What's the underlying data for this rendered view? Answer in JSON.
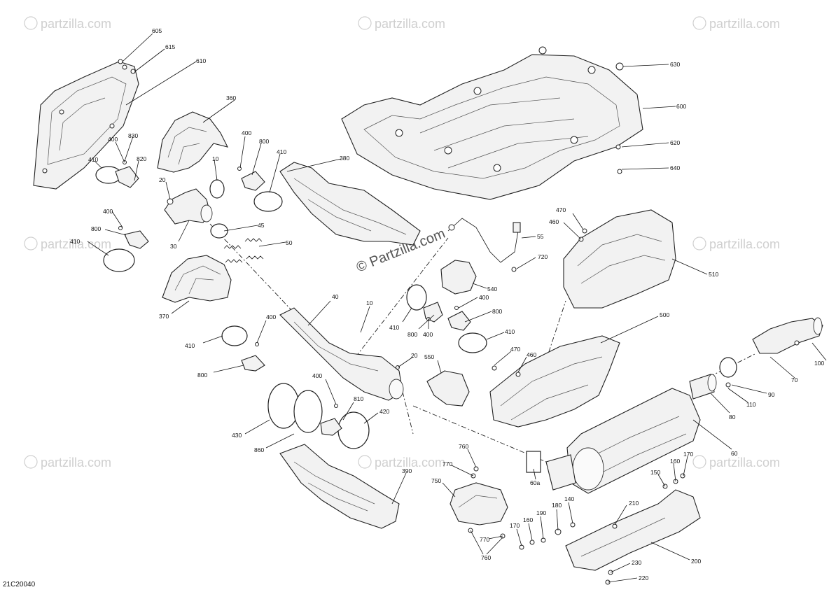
{
  "watermark": {
    "text": "partzilla.com",
    "symbol": "©",
    "center_text": "© Partzilla.com"
  },
  "diagram_code": "21C20040",
  "callouts": [
    {
      "id": "605",
      "text": "605"
    },
    {
      "id": "615",
      "text": "615"
    },
    {
      "id": "610",
      "text": "610"
    },
    {
      "id": "360",
      "text": "360"
    },
    {
      "id": "830",
      "text": "830"
    },
    {
      "id": "400a",
      "text": "400"
    },
    {
      "id": "820",
      "text": "820"
    },
    {
      "id": "410a",
      "text": "410"
    },
    {
      "id": "400b",
      "text": "400"
    },
    {
      "id": "800a",
      "text": "800"
    },
    {
      "id": "10a",
      "text": "10"
    },
    {
      "id": "410b",
      "text": "410"
    },
    {
      "id": "20a",
      "text": "20"
    },
    {
      "id": "380",
      "text": "380"
    },
    {
      "id": "400c",
      "text": "400"
    },
    {
      "id": "800b",
      "text": "800"
    },
    {
      "id": "410c",
      "text": "410"
    },
    {
      "id": "45",
      "text": "45"
    },
    {
      "id": "30",
      "text": "30"
    },
    {
      "id": "50",
      "text": "50"
    },
    {
      "id": "370",
      "text": "370"
    },
    {
      "id": "630",
      "text": "630"
    },
    {
      "id": "600",
      "text": "600"
    },
    {
      "id": "620",
      "text": "620"
    },
    {
      "id": "640",
      "text": "640"
    },
    {
      "id": "470a",
      "text": "470"
    },
    {
      "id": "460a",
      "text": "460"
    },
    {
      "id": "55",
      "text": "55"
    },
    {
      "id": "720",
      "text": "720"
    },
    {
      "id": "510",
      "text": "510"
    },
    {
      "id": "540",
      "text": "540"
    },
    {
      "id": "400d",
      "text": "400"
    },
    {
      "id": "800c",
      "text": "800"
    },
    {
      "id": "410d",
      "text": "410"
    },
    {
      "id": "400e",
      "text": "400"
    },
    {
      "id": "800d",
      "text": "800"
    },
    {
      "id": "410e",
      "text": "410"
    },
    {
      "id": "40",
      "text": "40"
    },
    {
      "id": "10b",
      "text": "10"
    },
    {
      "id": "400f",
      "text": "400"
    },
    {
      "id": "410f",
      "text": "410"
    },
    {
      "id": "800e",
      "text": "800"
    },
    {
      "id": "500",
      "text": "500"
    },
    {
      "id": "470b",
      "text": "470"
    },
    {
      "id": "460b",
      "text": "460"
    },
    {
      "id": "20b",
      "text": "20"
    },
    {
      "id": "550",
      "text": "550"
    },
    {
      "id": "400g",
      "text": "400"
    },
    {
      "id": "810",
      "text": "810"
    },
    {
      "id": "420",
      "text": "420"
    },
    {
      "id": "430",
      "text": "430"
    },
    {
      "id": "860",
      "text": "860"
    },
    {
      "id": "100",
      "text": "100"
    },
    {
      "id": "70",
      "text": "70"
    },
    {
      "id": "90",
      "text": "90"
    },
    {
      "id": "110",
      "text": "110"
    },
    {
      "id": "80",
      "text": "80"
    },
    {
      "id": "60",
      "text": "60"
    },
    {
      "id": "760a",
      "text": "760"
    },
    {
      "id": "770a",
      "text": "770"
    },
    {
      "id": "750",
      "text": "750"
    },
    {
      "id": "60a",
      "text": "60a"
    },
    {
      "id": "390",
      "text": "390"
    },
    {
      "id": "170a",
      "text": "170"
    },
    {
      "id": "160a",
      "text": "160"
    },
    {
      "id": "150",
      "text": "150"
    },
    {
      "id": "140",
      "text": "140"
    },
    {
      "id": "180",
      "text": "180"
    },
    {
      "id": "190",
      "text": "190"
    },
    {
      "id": "160b",
      "text": "160"
    },
    {
      "id": "170b",
      "text": "170"
    },
    {
      "id": "770b",
      "text": "770"
    },
    {
      "id": "760b",
      "text": "760"
    },
    {
      "id": "210",
      "text": "210"
    },
    {
      "id": "200",
      "text": "200"
    },
    {
      "id": "230",
      "text": "230"
    },
    {
      "id": "220",
      "text": "220"
    }
  ]
}
